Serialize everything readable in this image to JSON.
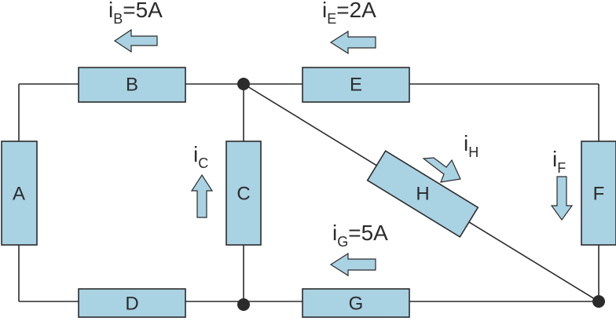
{
  "resistors": {
    "A": "A",
    "B": "B",
    "C": "C",
    "D": "D",
    "E": "E",
    "F": "F",
    "G": "G",
    "H": "H"
  },
  "currents": {
    "iB": {
      "symbol": "i",
      "sub": "B",
      "value": "=5A"
    },
    "iE": {
      "symbol": "i",
      "sub": "E",
      "value": "=2A"
    },
    "iC": {
      "symbol": "i",
      "sub": "C",
      "value": ""
    },
    "iH": {
      "symbol": "i",
      "sub": "H",
      "value": ""
    },
    "iF": {
      "symbol": "i",
      "sub": "F",
      "value": ""
    },
    "iG": {
      "symbol": "i",
      "sub": "G",
      "value": "=5A"
    }
  },
  "colors": {
    "component_fill": "#a9d2e3",
    "wire": "#2b2b2b"
  }
}
